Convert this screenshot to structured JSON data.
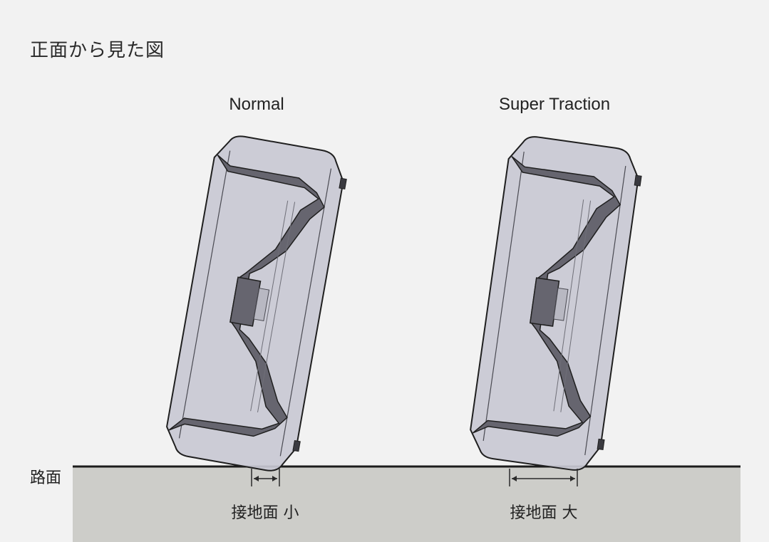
{
  "title": "正面から見た図",
  "road_label": "路面",
  "colors": {
    "background": "#f2f2f2",
    "road": "#cdcdc9",
    "road_line": "#1c1c1c",
    "tire_fill": "#c9c9d4",
    "wheel_fill": "#66656f",
    "outline": "#1f1f1f"
  },
  "variants": [
    {
      "name": "Normal",
      "contact_label": "接地面 小"
    },
    {
      "name": "Super Traction",
      "contact_label": "接地面 大"
    }
  ]
}
